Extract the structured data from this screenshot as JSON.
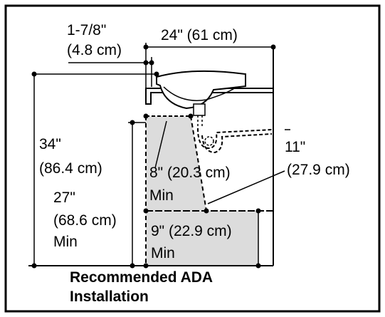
{
  "labels": {
    "offset_in": "1-7/8\"",
    "offset_cm": "(4.8 cm)",
    "width": "24\" (61 cm)",
    "height_total_in": "34\"",
    "height_total_cm": "(86.4 cm)",
    "knee_depth_in": "8\" (20.3 cm)",
    "knee_depth_min": "Min",
    "knee_height_in": "27\"",
    "knee_height_cm": "(68.6 cm)",
    "knee_height_min": "Min",
    "toe_depth_in": "11\"",
    "toe_depth_cm": "(27.9 cm)",
    "toe_height_in": "9\" (22.9 cm)",
    "toe_height_min": "Min"
  },
  "caption": {
    "line1": "Recommended ADA",
    "line2": "Installation"
  },
  "colors": {
    "clearance_fill": "#dcdcdc",
    "line": "#000000",
    "background": "#ffffff"
  }
}
